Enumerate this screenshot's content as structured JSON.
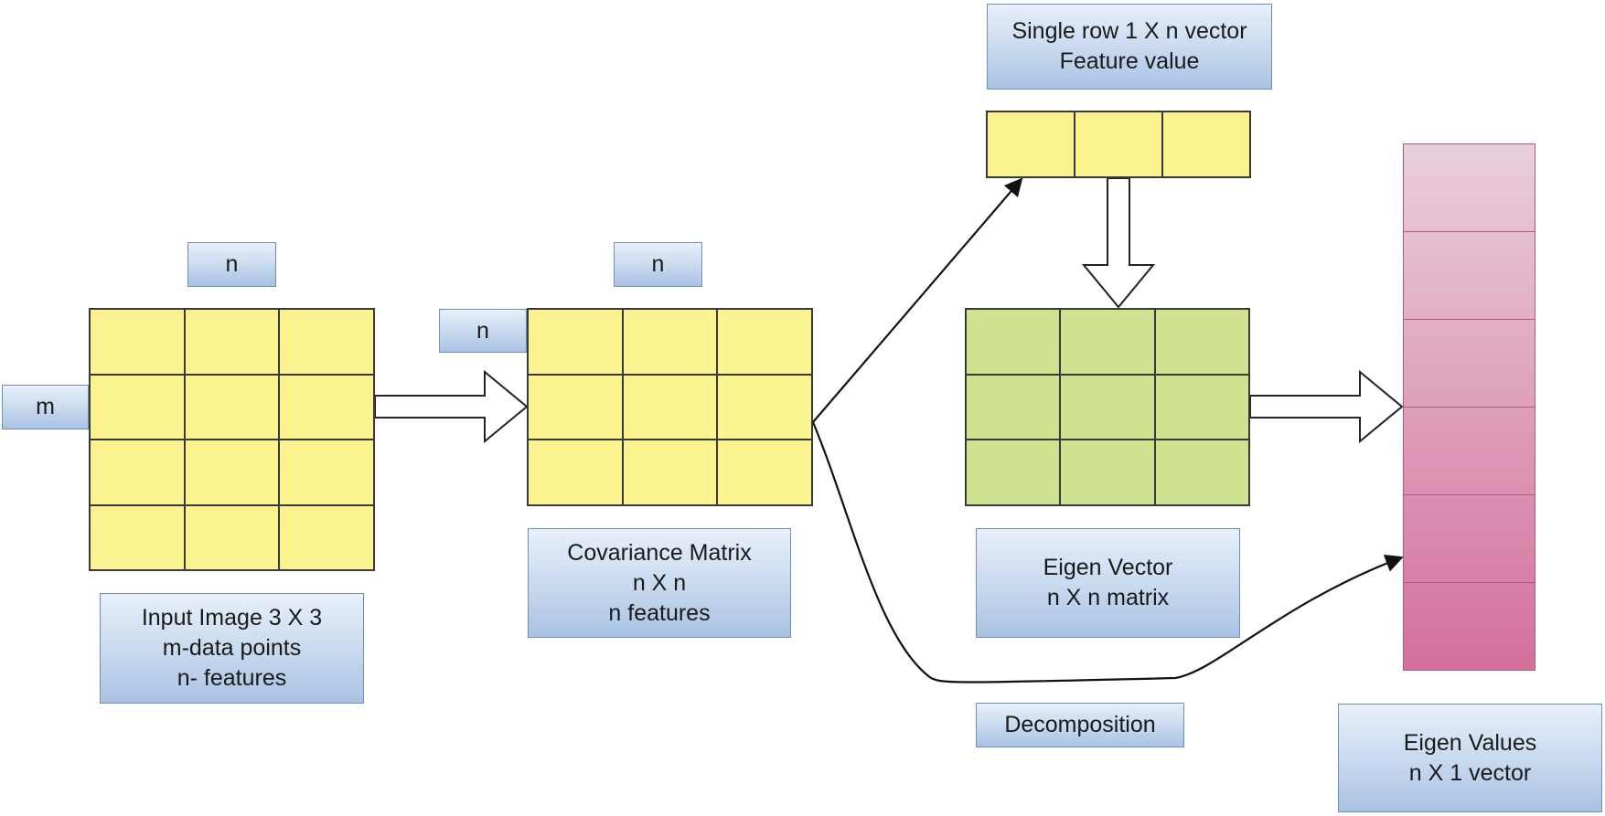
{
  "labels": {
    "input_n": "n",
    "input_m": "m",
    "input_caption": [
      "Input Image 3 X 3",
      "m-data points",
      "n- features"
    ],
    "cov_n_top": "n",
    "cov_n_left": "n",
    "cov_caption": [
      "Covariance Matrix",
      "n X n",
      "n features"
    ],
    "row_caption": [
      "Single row 1 X n vector",
      "Feature value"
    ],
    "eigvec_caption": [
      "Eigen Vector",
      "n X n matrix"
    ],
    "decomposition": "Decomposition",
    "eigval_caption": [
      "Eigen Values",
      "n X 1 vector"
    ]
  },
  "matrices": {
    "input": {
      "rows": 4,
      "cols": 3
    },
    "covariance": {
      "rows": 3,
      "cols": 3
    },
    "feature_row": {
      "rows": 1,
      "cols": 3
    },
    "eigen_vector": {
      "rows": 3,
      "cols": 3
    },
    "eigen_values": {
      "rows": 6,
      "cols": 1
    }
  },
  "colors": {
    "yellow_cell": "#faf38f",
    "green_cell": "#cfe28f",
    "pink_top": "#e9cfdc",
    "pink_bottom": "#d4709a",
    "label_blue": "#c7d8ee"
  }
}
